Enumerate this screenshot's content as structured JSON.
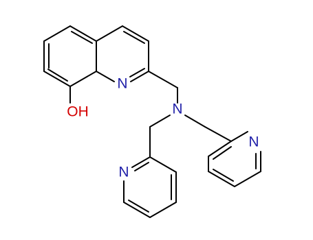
{
  "structure": {
    "atoms": [
      {
        "id": "N1",
        "label": "N",
        "color": "#1f1fa8"
      },
      {
        "id": "OH",
        "label": "OH",
        "color": "#d40000"
      },
      {
        "id": "N2",
        "label": "N",
        "color": "#1f1fa8"
      },
      {
        "id": "N3",
        "label": "N",
        "color": "#1f1fa8"
      },
      {
        "id": "N4",
        "label": "N",
        "color": "#1f1fa8"
      }
    ],
    "bond_color": "#000000"
  }
}
